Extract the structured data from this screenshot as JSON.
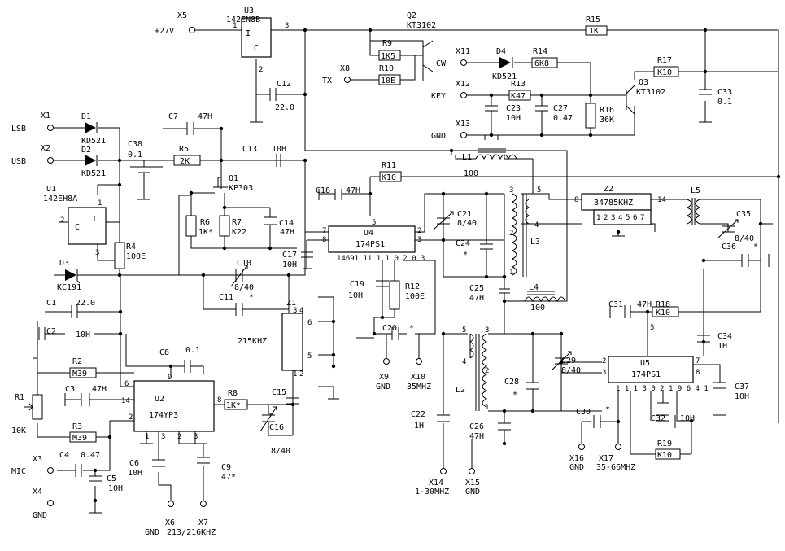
{
  "terminals": {
    "x5": {
      "ref": "X5",
      "name": "+27V"
    },
    "x1": {
      "ref": "X1",
      "name": "LSB"
    },
    "x2": {
      "ref": "X2",
      "name": "USB"
    },
    "x3": {
      "ref": "X3",
      "name": "MIC"
    },
    "x4": {
      "ref": "X4",
      "name": "GND"
    },
    "x6": {
      "ref": "X6",
      "name": "GND"
    },
    "x7": {
      "ref": "X7",
      "name": "213/216KHZ"
    },
    "x8": {
      "ref": "X8",
      "name": "TX"
    },
    "x9": {
      "ref": "X9",
      "name": "GND"
    },
    "x10": {
      "ref": "X10",
      "name": "35MHZ"
    },
    "x11": {
      "ref": "X11",
      "name": "CW"
    },
    "x12": {
      "ref": "X12",
      "name": "KEY"
    },
    "x13": {
      "ref": "X13",
      "name": "GND"
    },
    "x14": {
      "ref": "X14",
      "name": "1-30MHZ"
    },
    "x15": {
      "ref": "X15",
      "name": "GND"
    },
    "x16": {
      "ref": "X16",
      "name": "GND"
    },
    "x17": {
      "ref": "X17",
      "name": "35-66MHZ"
    }
  },
  "ics": {
    "u1": {
      "ref": "U1",
      "part": "142EH8A",
      "p_in": "I",
      "p_c": "C",
      "pins": [
        "1",
        "2",
        "3"
      ]
    },
    "u2": {
      "ref": "U2",
      "part": "174YP3",
      "pins": [
        "9",
        "6",
        "14",
        "2",
        "8",
        "1",
        "3",
        "2",
        "3"
      ]
    },
    "u3": {
      "ref": "U3",
      "part": "142EN8B",
      "p_in": "I",
      "p_c": "C",
      "pins": [
        "1",
        "3",
        "2"
      ]
    },
    "u4": {
      "ref": "U4",
      "part": "174PS1",
      "pins": [
        "5",
        "7",
        "8",
        "2",
        "3"
      ],
      "bottom_pins": "14691 11 1 1 0 2 0 3"
    },
    "u5": {
      "ref": "U5",
      "part": "174PS1",
      "pins": [
        "5",
        "2",
        "3",
        "7",
        "8"
      ],
      "bottom_pins": "1 1 1 3 0 2 1 9 6 4 1"
    },
    "z1": {
      "ref": "Z1",
      "part": "215KHZ",
      "pins": [
        "3",
        "4",
        "6",
        "1",
        "2",
        "5"
      ]
    },
    "z2": {
      "ref": "Z2",
      "part": "34785KHZ",
      "pins": [
        "8",
        "14",
        "1",
        "2",
        "3",
        "4",
        "5",
        "6",
        "7"
      ]
    }
  },
  "transistors": {
    "q1": {
      "ref": "Q1",
      "part": "KP303"
    },
    "q2": {
      "ref": "Q2",
      "part": "KT3102"
    },
    "q3": {
      "ref": "Q3",
      "part": "KT3102"
    }
  },
  "diodes": {
    "d1": {
      "ref": "D1",
      "part": "KD521"
    },
    "d2": {
      "ref": "D2",
      "part": "KD521"
    },
    "d3": {
      "ref": "D3",
      "part": "KC191"
    },
    "d4": {
      "ref": "D4",
      "part": "KD521"
    }
  },
  "resistors": {
    "r1": {
      "ref": "R1",
      "value": "10K"
    },
    "r2": {
      "ref": "R2",
      "value": "M39"
    },
    "r3": {
      "ref": "R3",
      "value": "M39"
    },
    "r4": {
      "ref": "R4",
      "value": "100E"
    },
    "r5": {
      "ref": "R5",
      "value": "2K"
    },
    "r6": {
      "ref": "R6",
      "value": "1K*"
    },
    "r7": {
      "ref": "R7",
      "value": "K22"
    },
    "r8": {
      "ref": "R8",
      "value": "1K*"
    },
    "r9": {
      "ref": "R9",
      "value": "1K5"
    },
    "r10": {
      "ref": "R10",
      "value": "10E"
    },
    "r11": {
      "ref": "R11",
      "value": "K10"
    },
    "r12": {
      "ref": "R12",
      "value": "100E"
    },
    "r13": {
      "ref": "R13",
      "value": "K47"
    },
    "r14": {
      "ref": "R14",
      "value": "6K8"
    },
    "r15": {
      "ref": "R15",
      "value": "1K"
    },
    "r16": {
      "ref": "R16",
      "value": "36K"
    },
    "r17": {
      "ref": "R17",
      "value": "K10"
    },
    "r18": {
      "ref": "R18",
      "value": "K10"
    },
    "r19": {
      "ref": "R19",
      "value": "K10"
    }
  },
  "capacitors": {
    "c1": {
      "ref": "C1",
      "value": "22.0"
    },
    "c2": {
      "ref": "C2",
      "value": "10H"
    },
    "c3": {
      "ref": "C3",
      "value": "47H"
    },
    "c4": {
      "ref": "C4",
      "value": "0.47"
    },
    "c5": {
      "ref": "C5",
      "value": "10H"
    },
    "c6": {
      "ref": "C6",
      "value": "10H"
    },
    "c7": {
      "ref": "C7",
      "value": "47H"
    },
    "c8": {
      "ref": "C8",
      "value": "0.1"
    },
    "c9": {
      "ref": "C9",
      "value": "47*"
    },
    "c10": {
      "ref": "C10",
      "value": "8/40"
    },
    "c11": {
      "ref": "C11",
      "value": "*"
    },
    "c12": {
      "ref": "C12",
      "value": "22.0"
    },
    "c13": {
      "ref": "C13",
      "value": "10H"
    },
    "c14": {
      "ref": "C14",
      "value": "47H"
    },
    "c15": {
      "ref": "C15",
      "value": "*"
    },
    "c16": {
      "ref": "C16",
      "value": "8/40"
    },
    "c17": {
      "ref": "C17",
      "value": "10H"
    },
    "c18": {
      "ref": "C18",
      "value": "47H"
    },
    "c19": {
      "ref": "C19",
      "value": "10H"
    },
    "c20": {
      "ref": "C20",
      "value": "*"
    },
    "c21": {
      "ref": "C21",
      "value": "8/40"
    },
    "c22": {
      "ref": "C22",
      "value": "1H"
    },
    "c23": {
      "ref": "C23",
      "value": "10H"
    },
    "c24": {
      "ref": "C24",
      "value": "*"
    },
    "c25": {
      "ref": "C25",
      "value": "47H"
    },
    "c26": {
      "ref": "C26",
      "value": "47H"
    },
    "c27": {
      "ref": "C27",
      "value": "0.47"
    },
    "c28": {
      "ref": "C28",
      "value": "*"
    },
    "c29": {
      "ref": "C29",
      "value": "8/40"
    },
    "c30": {
      "ref": "C30",
      "value": "*"
    },
    "c31": {
      "ref": "C31",
      "value": "47H"
    },
    "c32": {
      "ref": "C32",
      "value": "10H"
    },
    "c33": {
      "ref": "C33",
      "value": "0.1"
    },
    "c34": {
      "ref": "C34",
      "value": "1H"
    },
    "c35": {
      "ref": "C35",
      "value": "8/40"
    },
    "c36": {
      "ref": "C36",
      "value": "*"
    },
    "c37": {
      "ref": "C37",
      "value": "10H"
    },
    "c38": {
      "ref": "C38",
      "value": "0.1"
    }
  },
  "inductors": {
    "l1": {
      "ref": "L1",
      "value": "100"
    },
    "l2": {
      "ref": "L2",
      "pins": [
        "5",
        "4",
        "3",
        "2",
        "1"
      ]
    },
    "l3": {
      "ref": "L3",
      "pins": [
        "3",
        "5",
        "4",
        "2",
        "1"
      ]
    },
    "l4": {
      "ref": "L4",
      "value": "100"
    },
    "l5": {
      "ref": "L5"
    }
  },
  "colors": {
    "ink": "#000000",
    "paper": "#ffffff"
  }
}
